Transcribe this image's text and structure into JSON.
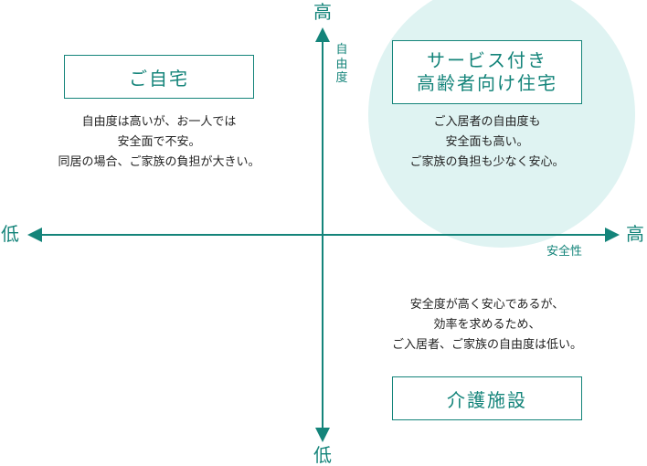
{
  "axes": {
    "y_top": "高",
    "y_bottom": "低",
    "x_left": "低",
    "x_right": "高",
    "y_label": "自由度",
    "x_label": "安全性"
  },
  "quadrants": {
    "home": {
      "title": "ご自宅",
      "desc": [
        "自由度は高いが、お一人では",
        "安全面で不安。",
        "同居の場合、ご家族の負担が大きい。"
      ]
    },
    "senior_housing": {
      "title_lines": [
        "サービス付き",
        "高齢者向け住宅"
      ],
      "desc": [
        "ご入居者の自由度も",
        "安全面も高い。",
        "ご家族の負担も少なく安心。"
      ]
    },
    "care_facility": {
      "title": "介護施設",
      "desc": [
        "安全度が高く安心であるが、",
        "効率を求めるため、",
        "ご入居者、ご家族の自由度は低い。"
      ]
    }
  },
  "colors": {
    "accent": "#14847a",
    "highlight_circle": "#dff3f2",
    "text": "#222222"
  }
}
